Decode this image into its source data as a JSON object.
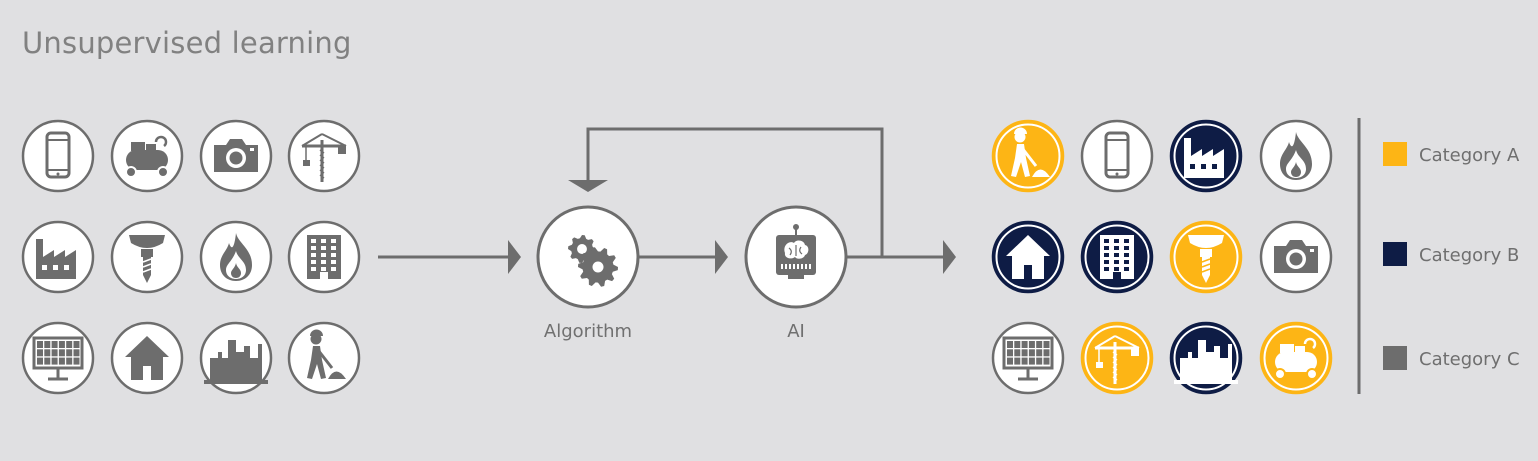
{
  "title": "Unsupervised learning",
  "colors": {
    "background": "#e0e0e2",
    "category_a": "#fdb515",
    "category_b": "#0e1c45",
    "category_c": "#6d6d6d",
    "neutral": "#6d6d6d"
  },
  "input_items": [
    [
      "smartphone",
      "air-compressor",
      "camera",
      "crane"
    ],
    [
      "factory",
      "drill-bit",
      "fire",
      "office-building"
    ],
    [
      "solar-panel",
      "house",
      "city-skyline",
      "construction-worker"
    ]
  ],
  "nodes": {
    "algorithm": {
      "label": "Algorithm",
      "icon": "gears"
    },
    "ai": {
      "label": "AI",
      "icon": "robot-brain"
    }
  },
  "output_items": [
    [
      {
        "icon": "construction-worker",
        "category": "A"
      },
      {
        "icon": "smartphone",
        "category": "C"
      },
      {
        "icon": "factory",
        "category": "B"
      },
      {
        "icon": "fire",
        "category": "C"
      }
    ],
    [
      {
        "icon": "house",
        "category": "B"
      },
      {
        "icon": "office-building",
        "category": "B"
      },
      {
        "icon": "drill-bit",
        "category": "A"
      },
      {
        "icon": "camera",
        "category": "C"
      }
    ],
    [
      {
        "icon": "solar-panel",
        "category": "C"
      },
      {
        "icon": "crane",
        "category": "A"
      },
      {
        "icon": "city-skyline",
        "category": "B"
      },
      {
        "icon": "air-compressor",
        "category": "A"
      }
    ]
  ],
  "legend": [
    {
      "key": "A",
      "label": "Category A"
    },
    {
      "key": "B",
      "label": "Category B"
    },
    {
      "key": "C",
      "label": "Category C"
    }
  ]
}
